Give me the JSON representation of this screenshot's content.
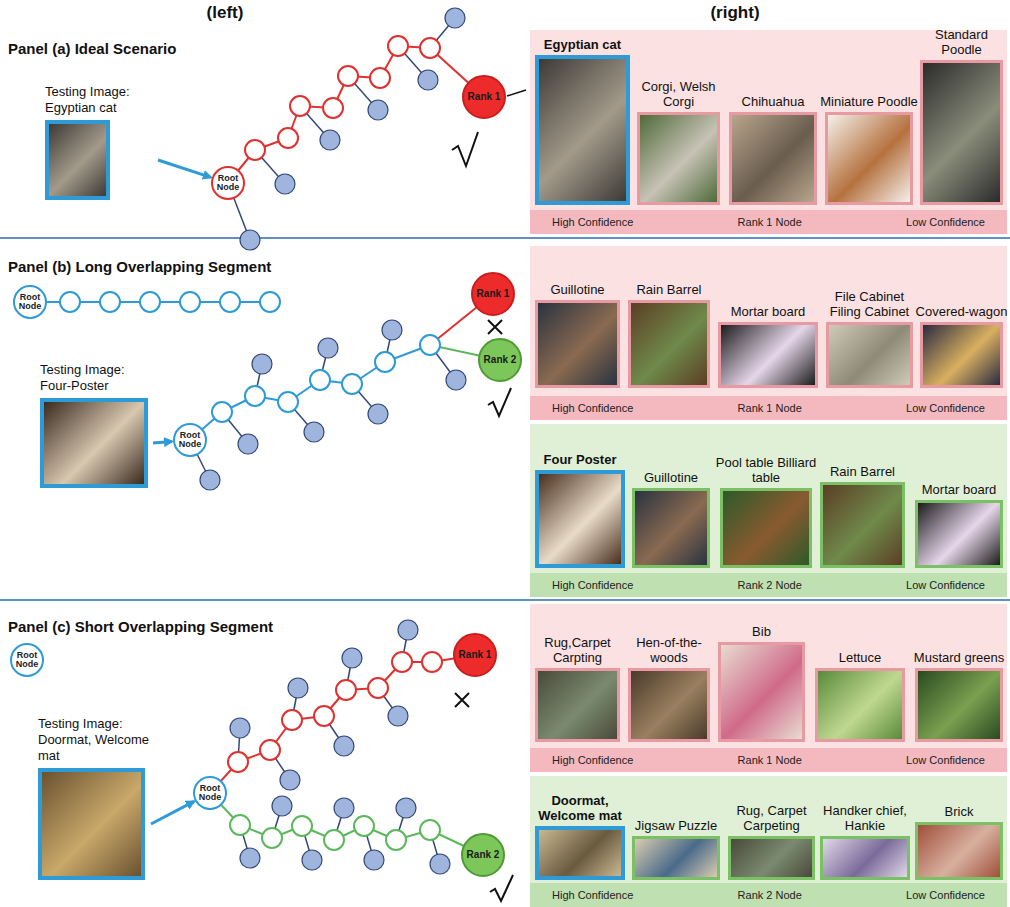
{
  "diagram": {
    "nodes": [
      {
        "text": [
          "High Confidence",
          "Rank 1 Node",
          "Low Confidence"
        ]
      },
      {
        "text": [
          "Egyptian cat"
        ],
        "in": 0
      },
      {
        "text": [
          "Corgi, Welsh Corgi"
        ],
        "in": 0
      },
      {
        "text": [
          "Chihuahua"
        ],
        "in": 0
      },
      {
        "text": [
          "Miniature Poodle"
        ],
        "in": 0
      },
      {
        "text": [
          "Standard Poodle"
        ],
        "in": 0
      },
      {
        "text": [
          "Testing Image: Egyptian cat"
        ]
      },
      {
        "text": [
          "Root Node"
        ]
      },
      {
        "text": [
          "Rank 1"
        ]
      },
      {
        "text": [
          "Root Node"
        ]
      },
      {
        "text": [
          "Testing Image: Four-Poster"
        ]
      },
      {
        "text": [
          "Root Node"
        ]
      },
      {
        "text": [
          "Rank 1"
        ]
      },
      {
        "text": [
          "Rank 2"
        ]
      },
      {
        "text": [
          "High Confidence",
          "Rank 1 Node",
          "Low Confidence"
        ]
      },
      {
        "text": [
          "Guillotine"
        ],
        "in": 14
      },
      {
        "text": [
          "Rain Barrel"
        ],
        "in": 14
      },
      {
        "text": [
          "Mortar board"
        ],
        "in": 14
      },
      {
        "text": [
          "File Cabinet Filing Cabinet"
        ],
        "in": 14
      },
      {
        "text": [
          "Covered-wagon"
        ],
        "in": 14
      },
      {
        "text": [
          "High Confidence",
          "Rank 2 Node",
          "Low Confidence"
        ]
      },
      {
        "text": [
          "Four Poster"
        ],
        "in": 20
      },
      {
        "text": [
          "Guillotine"
        ],
        "in": 20
      },
      {
        "text": [
          "Pool table Billiard table"
        ],
        "in": 20
      },
      {
        "text": [
          "Rain Barrel"
        ],
        "in": 20
      },
      {
        "text": [
          "Mortar board"
        ],
        "in": 20
      },
      {
        "text": [
          "Root Node"
        ]
      },
      {
        "text": [
          "Testing Image: Doormat, Welcome mat"
        ]
      },
      {
        "text": [
          "Root Node"
        ]
      },
      {
        "text": [
          "Rank 1"
        ]
      },
      {
        "text": [
          "Rank 2"
        ]
      },
      {
        "text": [
          "High Confidence",
          "Rank 1 Node",
          "Low Confidence"
        ]
      },
      {
        "text": [
          "Rug,Carpet Carpting"
        ],
        "in": 31
      },
      {
        "text": [
          "Hen-of-the-woods"
        ],
        "in": 31
      },
      {
        "text": [
          "Bib"
        ],
        "in": 31
      },
      {
        "text": [
          "Lettuce"
        ],
        "in": 31
      },
      {
        "text": [
          "Mustard greens"
        ],
        "in": 31
      },
      {
        "text": [
          "High Confidence",
          "Rank 2 Node",
          "Low Confidence"
        ]
      },
      {
        "text": [
          "Doormat, Welcome mat"
        ],
        "in": 37
      },
      {
        "text": [
          "Jigsaw Puzzle"
        ],
        "in": 37
      },
      {
        "text": [
          "Rug, Carpet Carpeting"
        ],
        "in": 37
      },
      {
        "text": [
          "Handker chief, Hankie"
        ],
        "in": 37
      },
      {
        "text": [
          "Brick"
        ],
        "in": 37
      }
    ],
    "edges": [
      {
        "from": 6,
        "to": 7,
        "arrow": "to"
      },
      {
        "from": 10,
        "to": 11,
        "arrow": "to"
      },
      {
        "from": 27,
        "to": 28,
        "arrow": "to"
      }
    ],
    "labels": [
      "(left)",
      "(right)",
      "Panel (a) Ideal Scenario",
      "Panel (b) Long Overlapping Segment",
      "Panel (c) Short Overlapping Segment"
    ]
  }
}
